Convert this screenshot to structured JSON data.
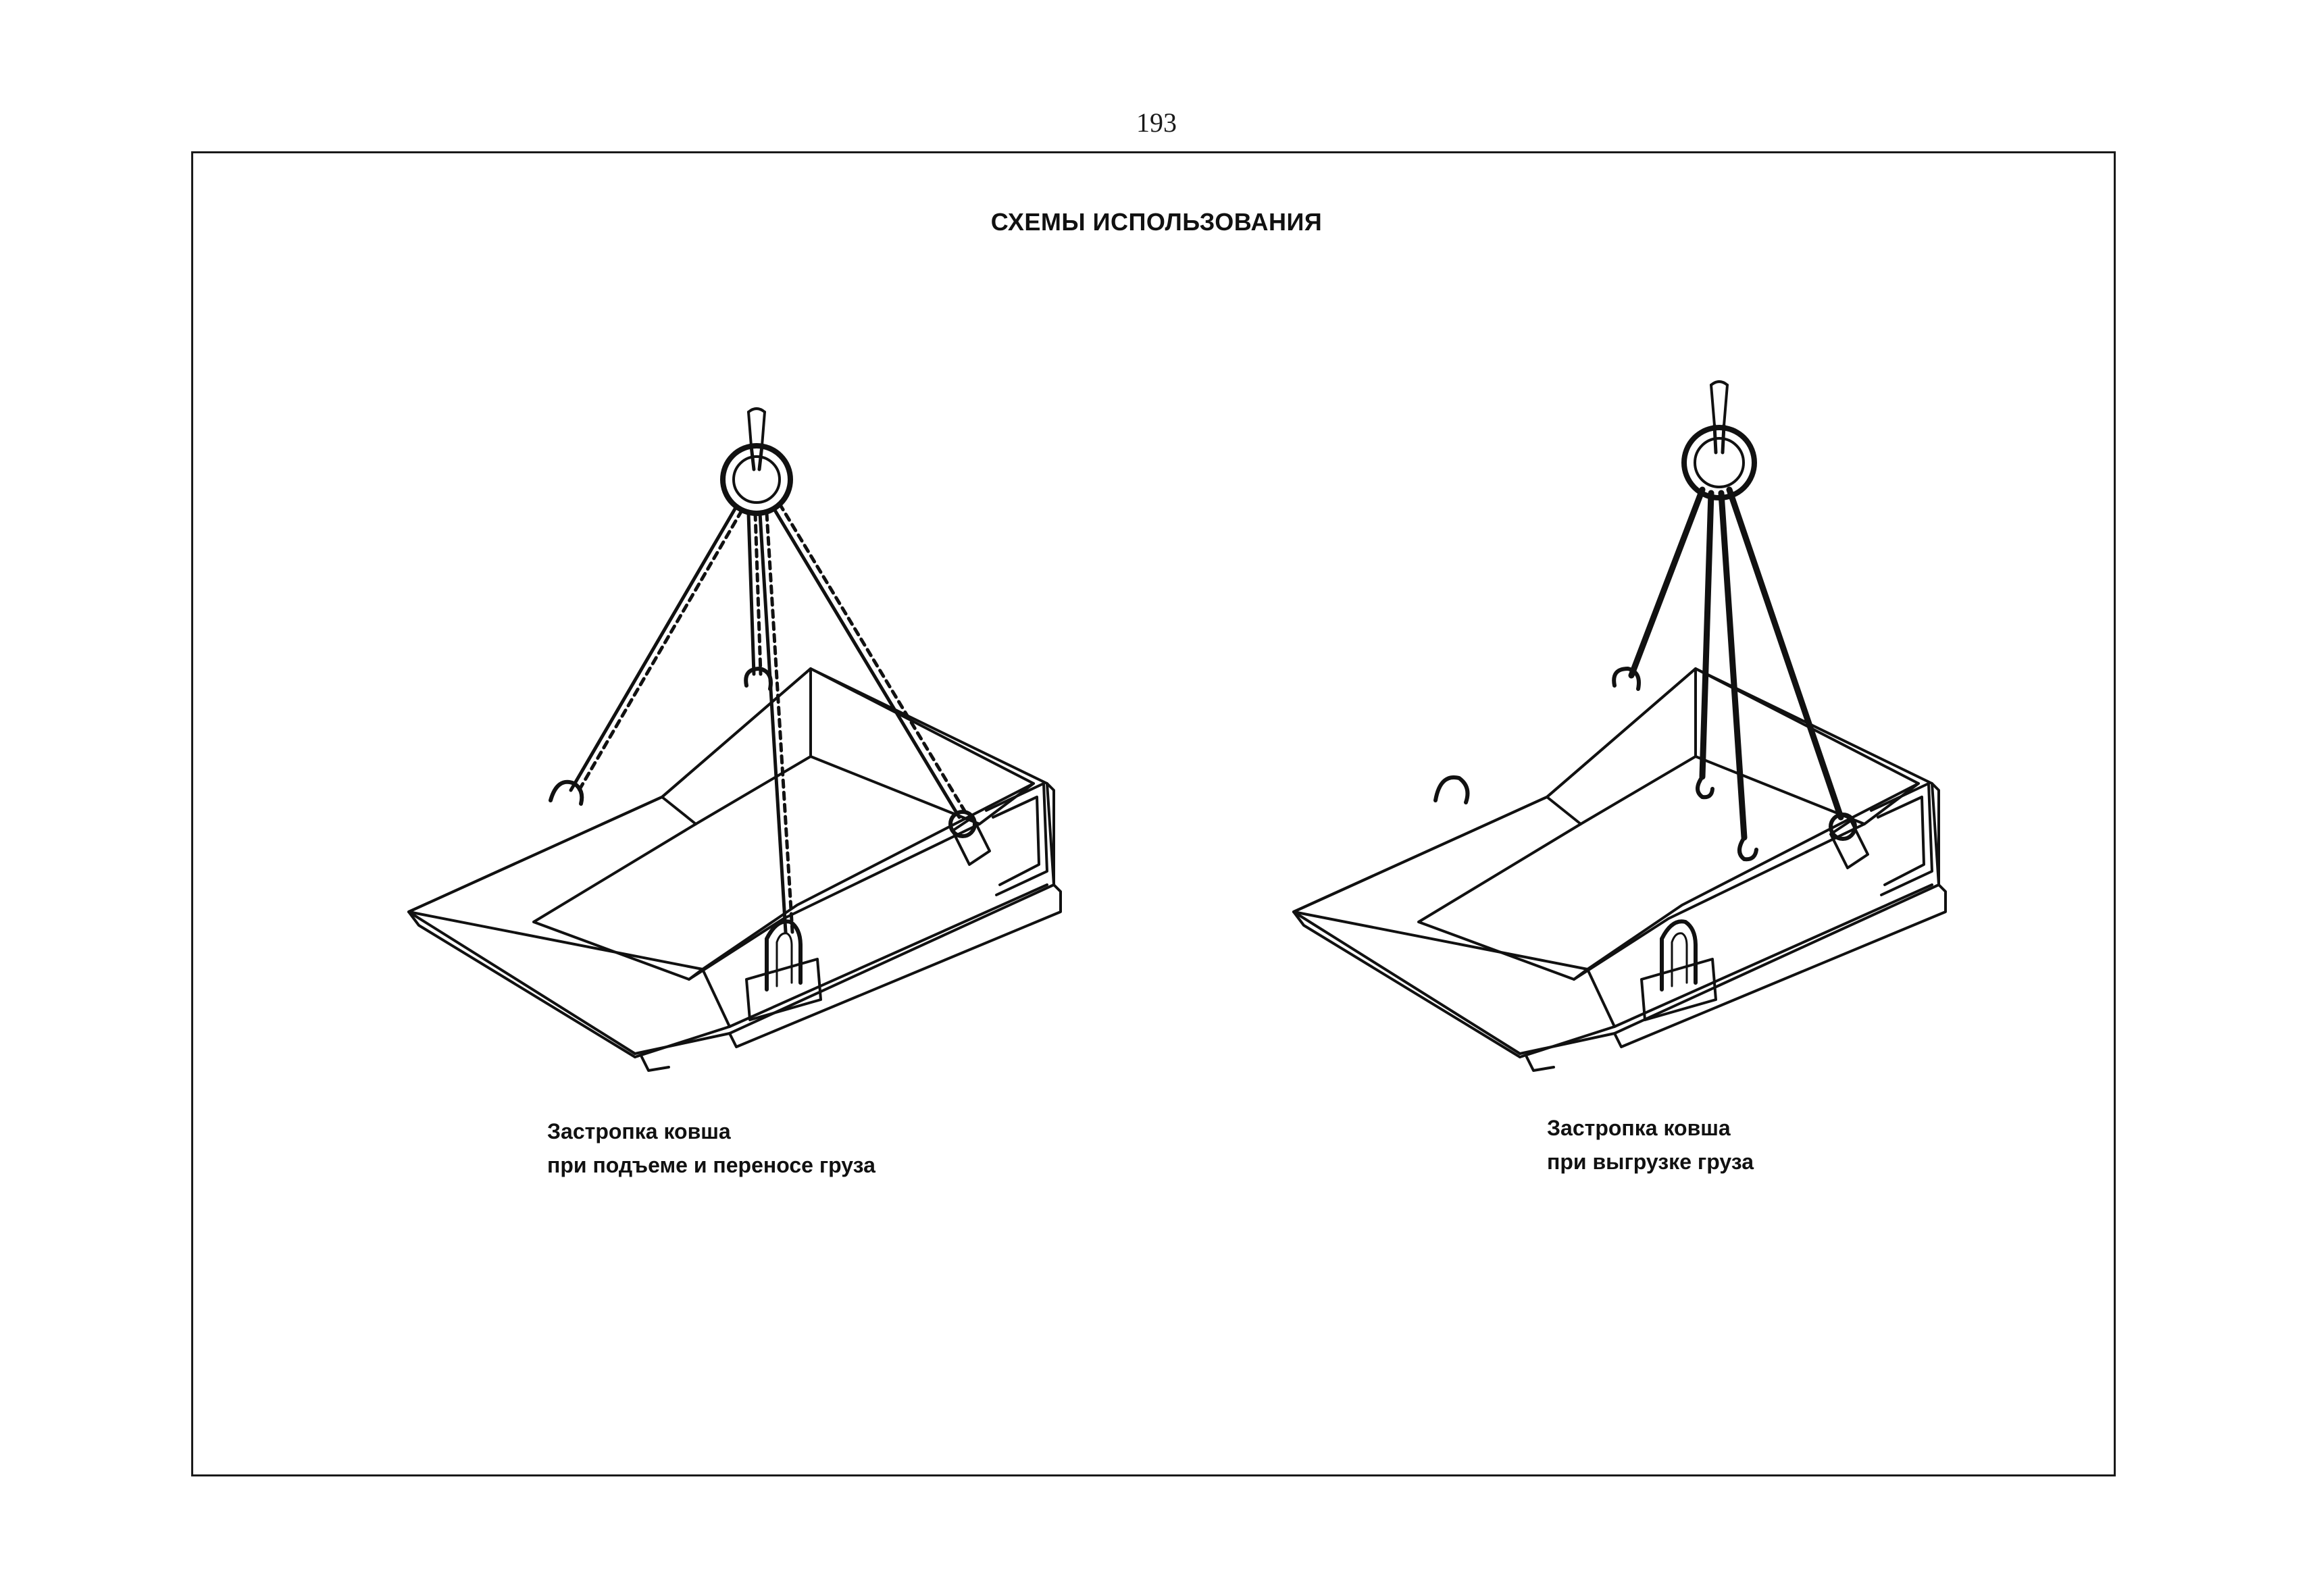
{
  "page": {
    "number": "193",
    "title": "СХЕМЫ ИСПОЛЬЗОВАНИЯ"
  },
  "figures": [
    {
      "caption_line1": "Застропка ковша",
      "caption_line2": "при подъеме и переносе груза"
    },
    {
      "caption_line1": "Застропка ковша",
      "caption_line2": "при выгрузке груза"
    }
  ],
  "colors": {
    "ink": "#111111",
    "paper": "#ffffff"
  }
}
